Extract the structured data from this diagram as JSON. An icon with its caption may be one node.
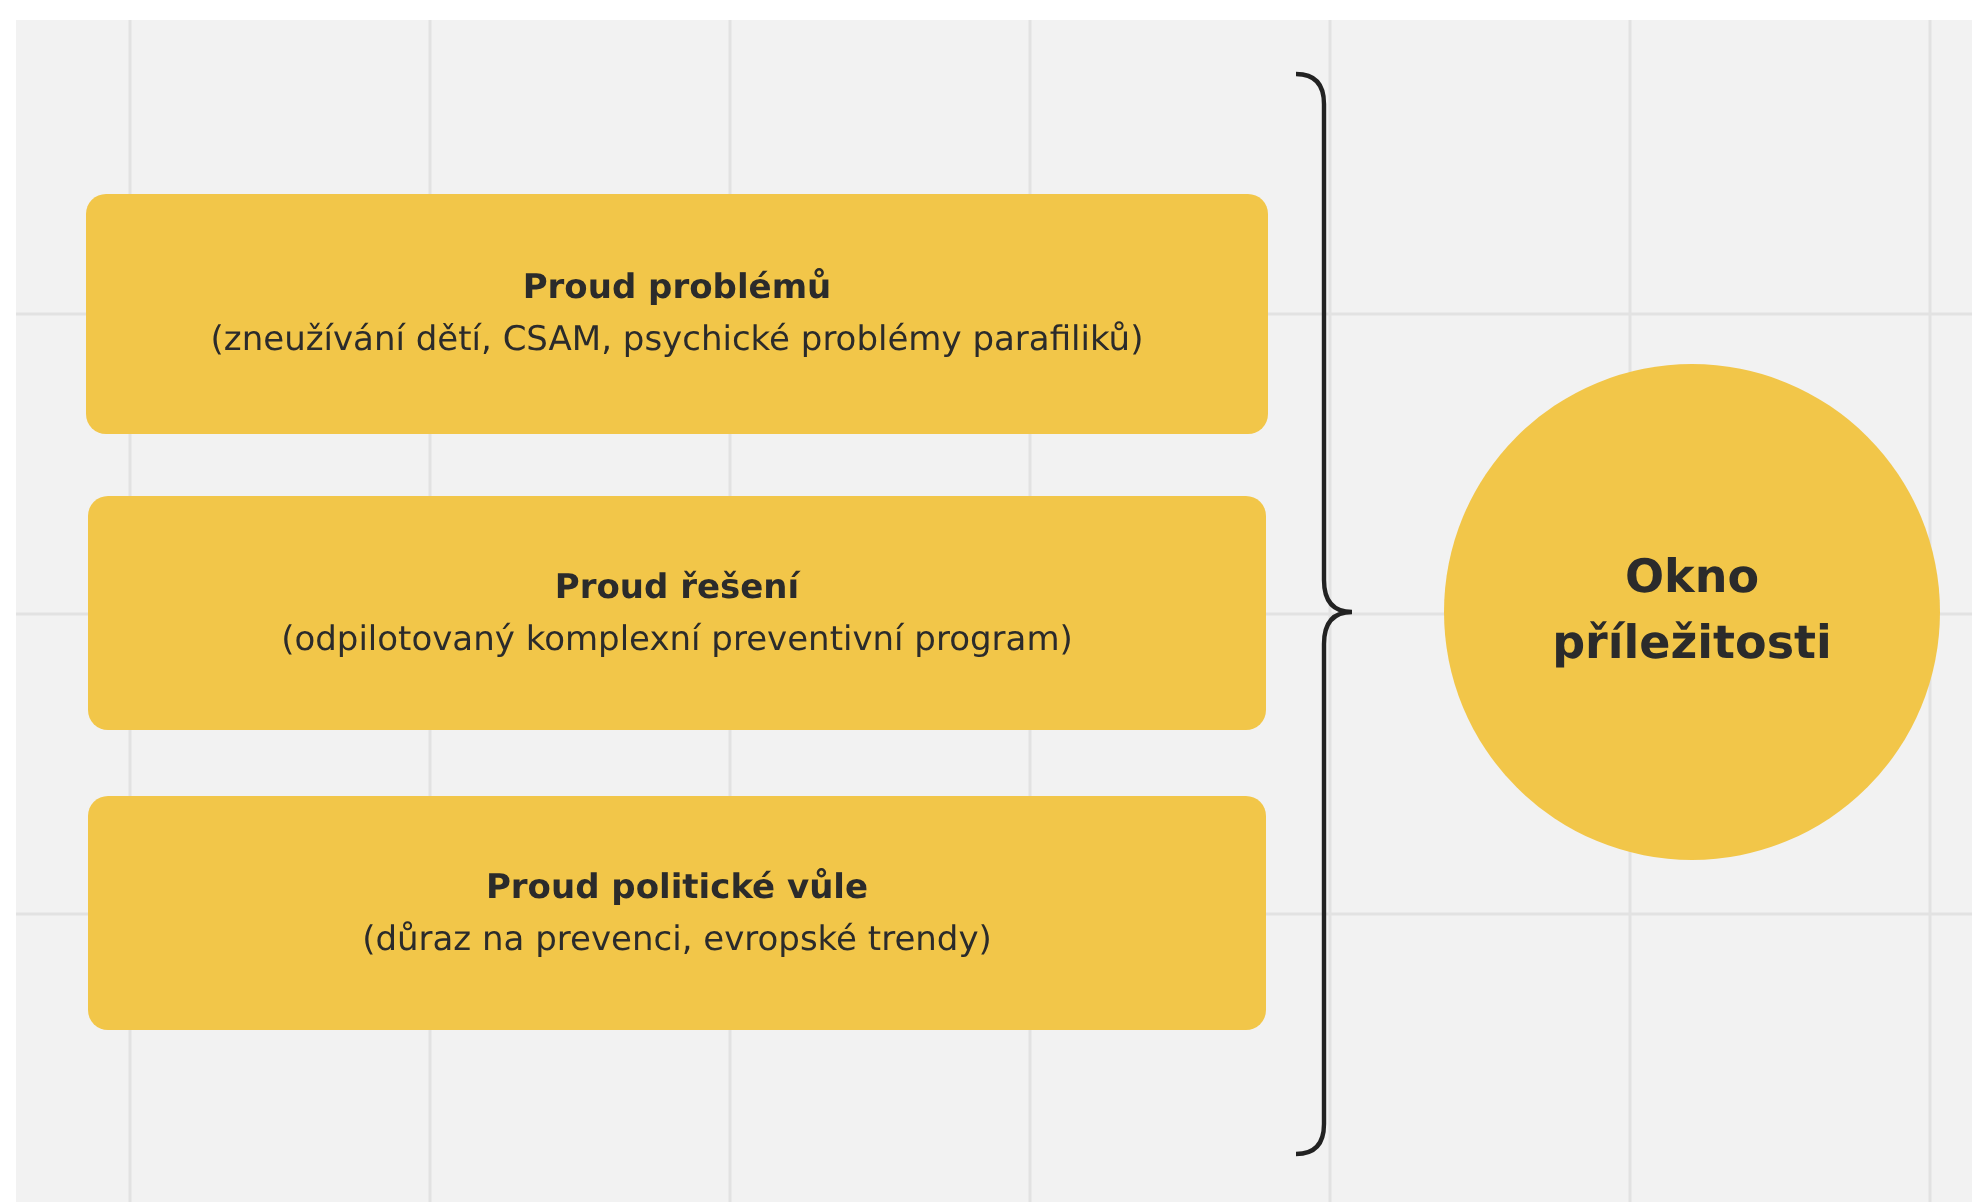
{
  "diagram": {
    "nodes": [
      {
        "text": [
          "Proud problémů",
          "(zneužívání dětí, CSAM, psychické problémy parafiliků)"
        ]
      },
      {
        "text": [
          "Proud řešení",
          "(odpilotovaný komplexní preventivní program)"
        ]
      },
      {
        "text": [
          "Proud politické vůle",
          "(důraz na prevenci, evropské trendy)"
        ]
      },
      {
        "text": [
          "Okno příležitosti"
        ]
      }
    ],
    "edges": []
  }
}
